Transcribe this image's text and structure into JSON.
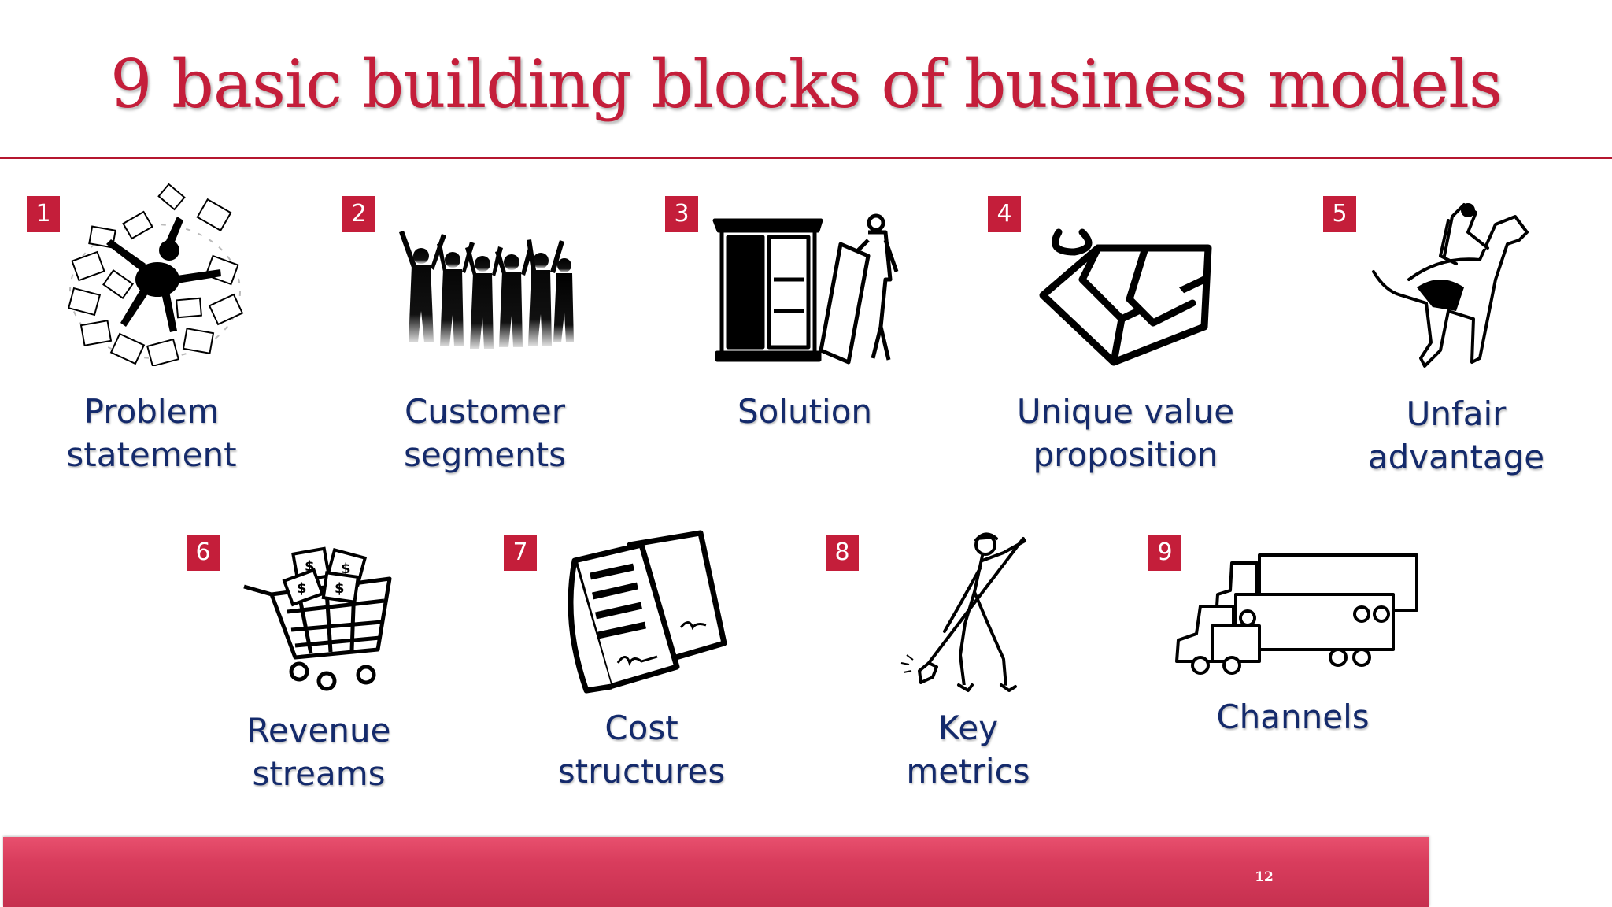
{
  "slide": {
    "title": "9 basic building blocks of business models",
    "page_number": "12",
    "accent_color": "#c41e3a",
    "label_color": "#142a6b"
  },
  "blocks": [
    {
      "number": "1",
      "lines": [
        "Problem",
        "statement"
      ],
      "icon": "paper-storm-icon"
    },
    {
      "number": "2",
      "lines": [
        "Customer",
        "segments"
      ],
      "icon": "crowd-icon"
    },
    {
      "number": "3",
      "lines": [
        "Solution"
      ],
      "icon": "wardrobe-mover-icon"
    },
    {
      "number": "4",
      "lines": [
        "Unique value",
        "proposition"
      ],
      "icon": "gift-box-icon"
    },
    {
      "number": "5",
      "lines": [
        "Unfair",
        "advantage"
      ],
      "icon": "racehorse-jockey-icon"
    },
    {
      "number": "6",
      "lines": [
        "Revenue",
        "streams"
      ],
      "icon": "money-cart-icon"
    },
    {
      "number": "7",
      "lines": [
        "Cost",
        "structures"
      ],
      "icon": "documents-icon"
    },
    {
      "number": "8",
      "lines": [
        "Key",
        "metrics"
      ],
      "icon": "worker-shovel-icon"
    },
    {
      "number": "9",
      "lines": [
        "Channels"
      ],
      "icon": "trucks-icon"
    }
  ]
}
